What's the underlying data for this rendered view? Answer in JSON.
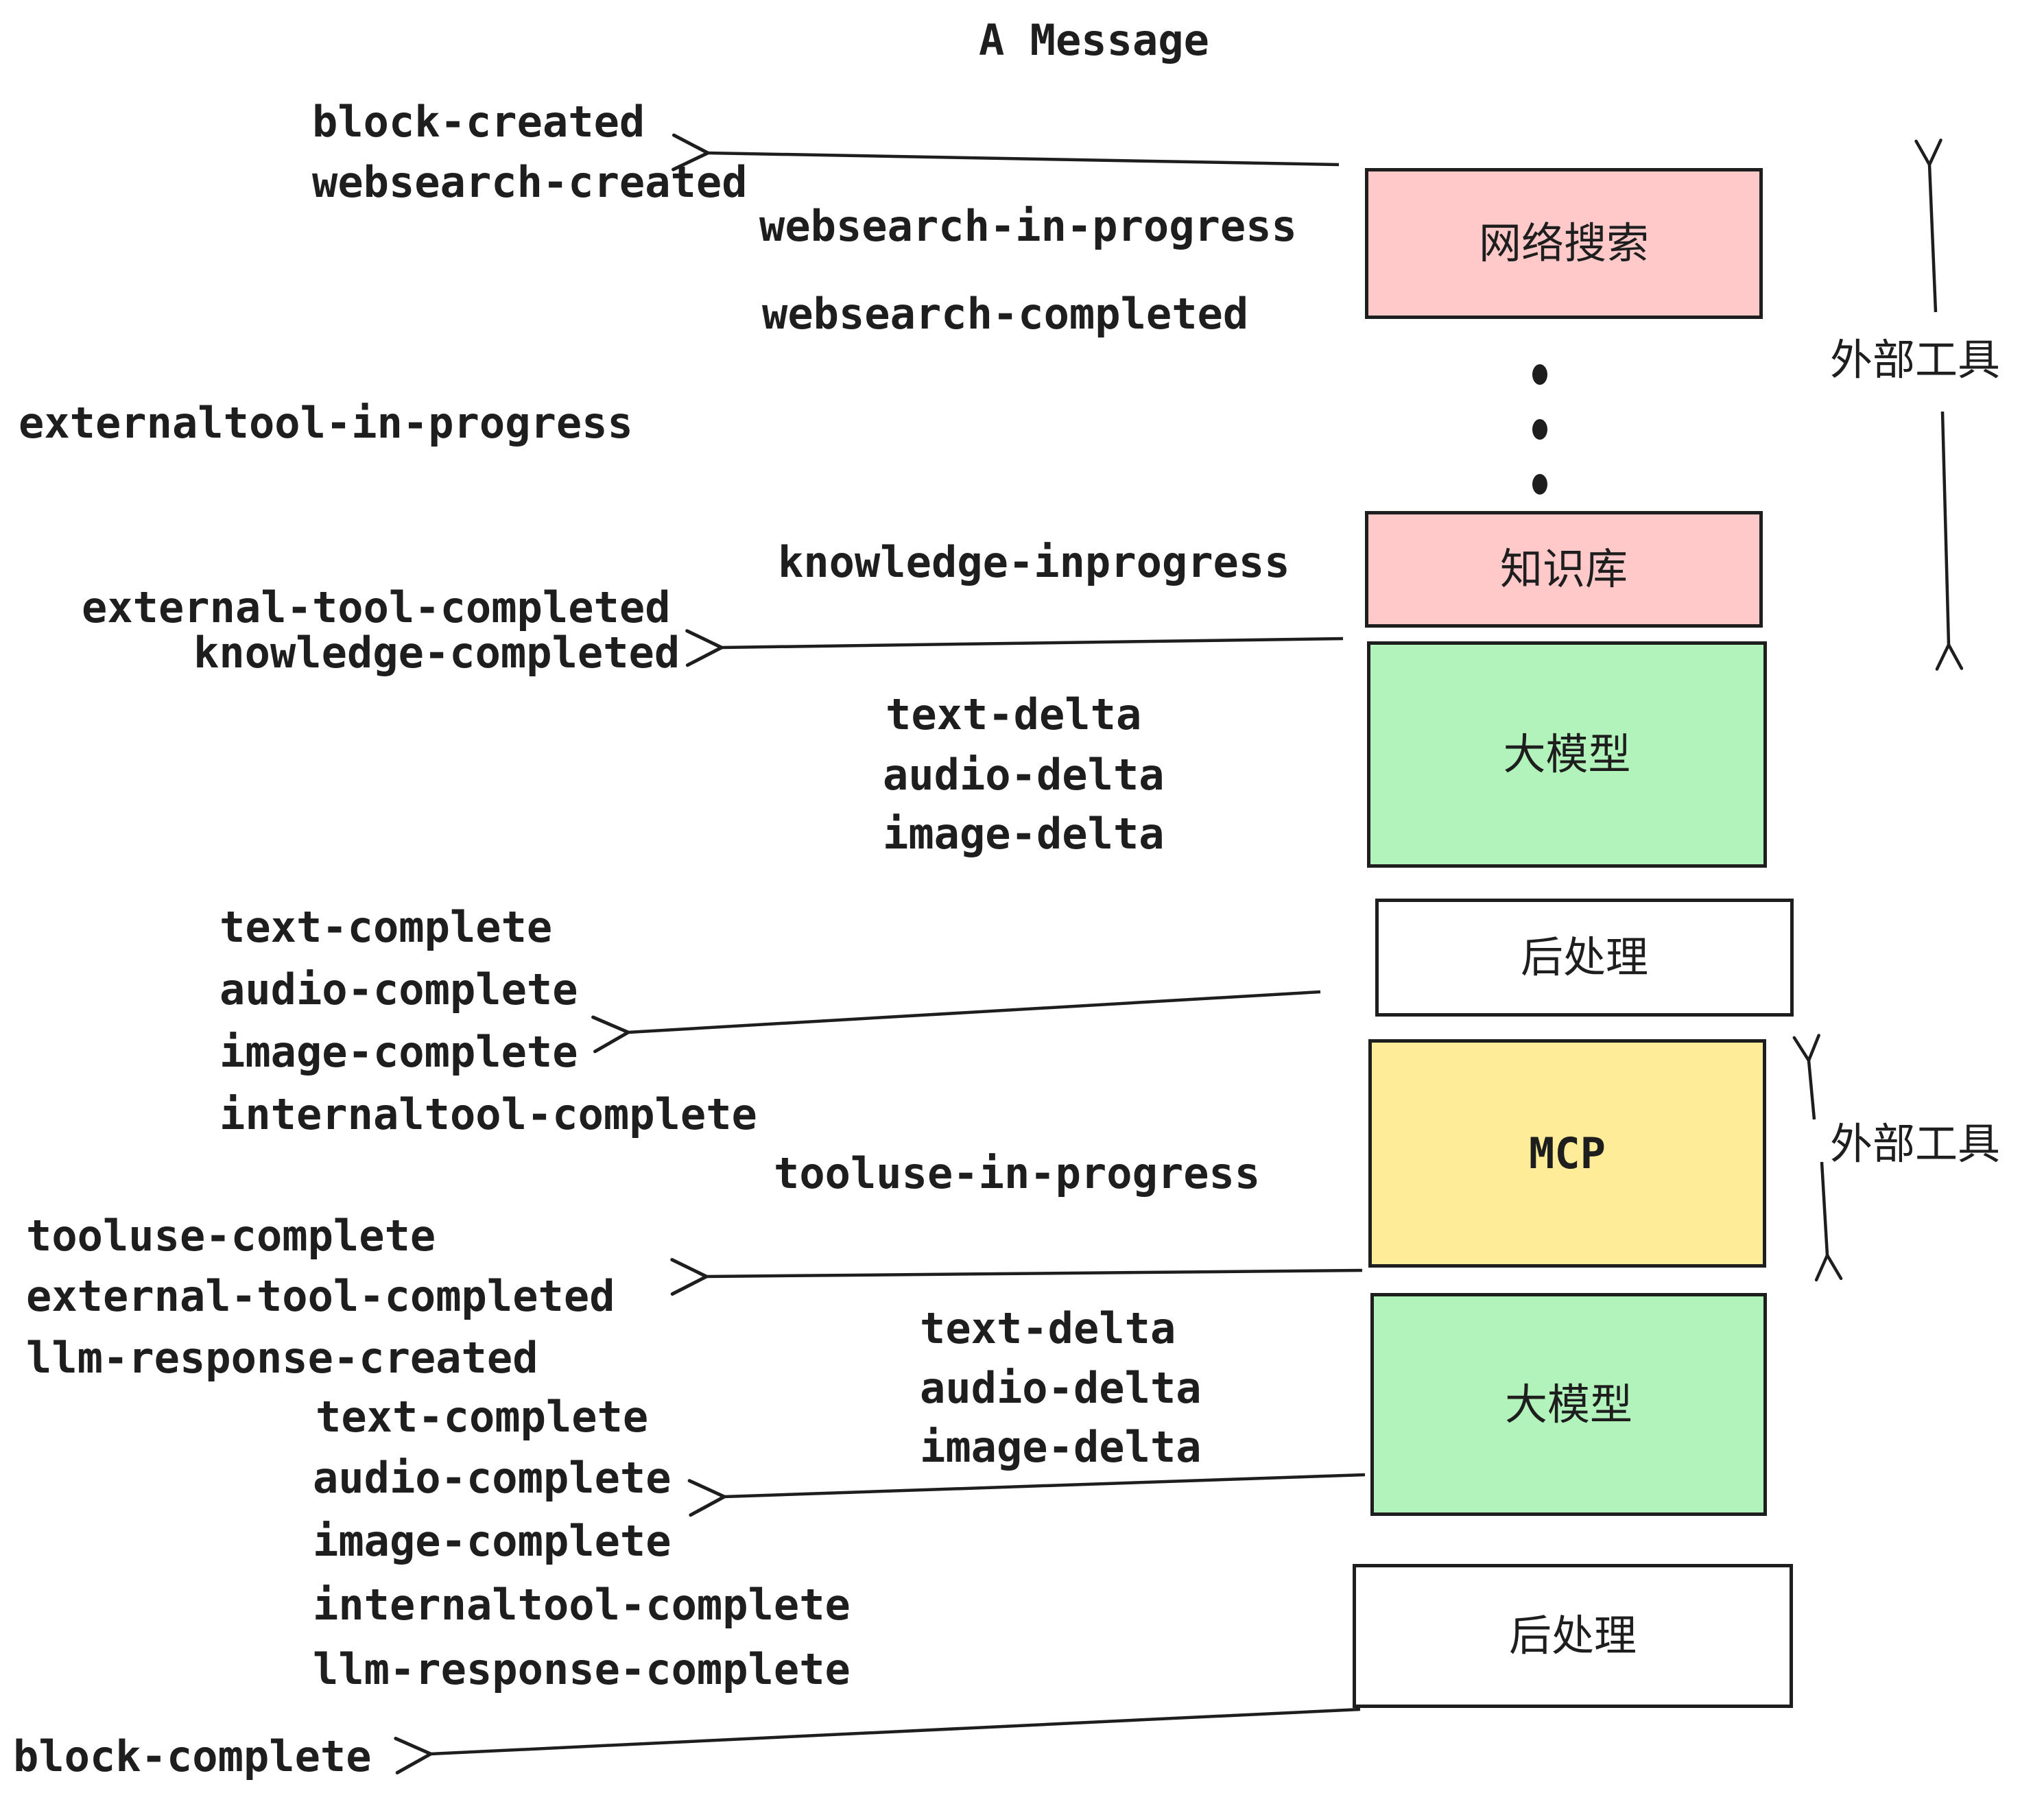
{
  "title": "A Message",
  "boxes": [
    {
      "id": "websearch",
      "label": "网络搜索",
      "fill": "#ffc9c9"
    },
    {
      "id": "knowledge",
      "label": "知识库",
      "fill": "#ffc9c9"
    },
    {
      "id": "llm-1",
      "label": "大模型",
      "fill": "#b2f2bb"
    },
    {
      "id": "postprocess-1",
      "label": "后处理",
      "fill": "#ffffff"
    },
    {
      "id": "mcp",
      "label": "MCP",
      "fill": "#ffec99"
    },
    {
      "id": "llm-2",
      "label": "大模型",
      "fill": "#b2f2bb"
    },
    {
      "id": "postprocess-2",
      "label": "后处理",
      "fill": "#ffffff"
    }
  ],
  "events": [
    {
      "text": "block-created"
    },
    {
      "text": "websearch-created"
    },
    {
      "text": "websearch-in-progress"
    },
    {
      "text": "websearch-completed"
    },
    {
      "text": "externaltool-in-progress"
    },
    {
      "text": "knowledge-inprogress"
    },
    {
      "text": "external-tool-completed"
    },
    {
      "text": "knowledge-completed"
    },
    {
      "text": "text-delta"
    },
    {
      "text": "audio-delta"
    },
    {
      "text": "image-delta"
    },
    {
      "text": "text-complete"
    },
    {
      "text": "audio-complete"
    },
    {
      "text": "image-complete"
    },
    {
      "text": "internaltool-complete"
    },
    {
      "text": "tooluse-in-progress"
    },
    {
      "text": "tooluse-complete"
    },
    {
      "text": "external-tool-completed"
    },
    {
      "text": "llm-response-created"
    },
    {
      "text": "text-complete"
    },
    {
      "text": "text-delta"
    },
    {
      "text": "audio-delta"
    },
    {
      "text": "image-delta"
    },
    {
      "text": "audio-complete"
    },
    {
      "text": "image-complete"
    },
    {
      "text": "internaltool-complete"
    },
    {
      "text": "llm-response-complete"
    },
    {
      "text": "block-complete"
    }
  ],
  "annotations": {
    "external_tools_top": "外部工具",
    "external_tools_mid": "外部工具"
  },
  "ellipsis_dots": 3,
  "colors": {
    "stroke": "#1e1e1e",
    "pink": "#ffc9c9",
    "green": "#b2f2bb",
    "yellow": "#ffec99",
    "white": "#ffffff"
  }
}
